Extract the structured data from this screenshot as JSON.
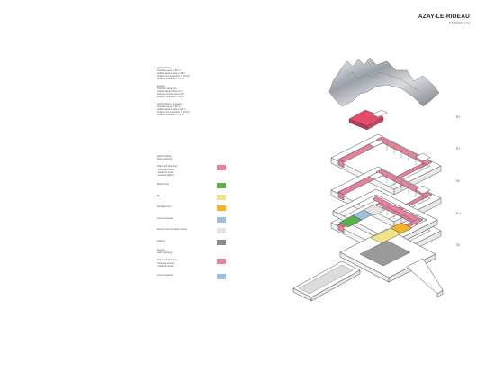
{
  "title": {
    "main": "AZAY-LE-RIDEAU",
    "sub": "PROGRAM"
  },
  "notes": [
    {
      "lines": [
        "Apartir Maison",
        "Total floor area = 48 m²",
        "Usable surface area = 43m²",
        "Surface roof extension = 17.5m²",
        "Surface ventilation = 12 m²"
      ]
    },
    {
      "lines": [
        "Annexe",
        "Total floor area (m²)",
        "Usable surface area (m²)",
        "Surface covering area (m²)",
        "Surface ventilation = 12 m²"
      ]
    },
    {
      "lines": [
        "Apartir Maison 2 niveaux",
        "Total floor area = 48 m²",
        "Usable surface area = 43 m²",
        "Surface roof extension = 17.5m²",
        "Surface ventilation = 12 m²"
      ]
    }
  ],
  "legend1": {
    "heading": [
      "Apartir Maison",
      "Hotel (existing)"
    ],
    "items": [
      {
        "label": [
          "Public and dormitory",
          "8 hostage rooms",
          "1 bedroom suite",
          "1 Library (office)"
        ],
        "color": "#e4839b"
      },
      {
        "label": [
          "Shared pool"
        ],
        "color": "#59b04a"
      },
      {
        "label": [
          "Bar"
        ],
        "color": "#f0e38c"
      },
      {
        "label": [
          "Heritage room"
        ],
        "color": "#efb32e"
      },
      {
        "label": [
          "Common space"
        ],
        "color": "#9cc0de"
      },
      {
        "label": [
          "Service area (residual rooms)"
        ],
        "color": "#e3e3e3"
      },
      {
        "label": [
          "Parking"
        ],
        "color": "#8a8a8a"
      }
    ]
  },
  "legend2": {
    "heading": [
      "Annexe",
      "Hotel (existing)"
    ],
    "items": [
      {
        "label": [
          "Public and dormitory",
          "8 hostage rooms",
          "1 bedroom suite"
        ],
        "color": "#e4839b"
      },
      {
        "label": [
          "Common space"
        ],
        "color": "#9cc0de"
      }
    ]
  },
  "levels": [
    "R2",
    "R1",
    "R0",
    "R-1",
    "SS"
  ],
  "colors": {
    "public": "#e4839b",
    "shared_pool": "#59b04a",
    "bar": "#f0e38c",
    "heritage": "#efb32e",
    "common": "#9cc0de",
    "service": "#e3e3e3",
    "parking": "#8a8a8a"
  }
}
